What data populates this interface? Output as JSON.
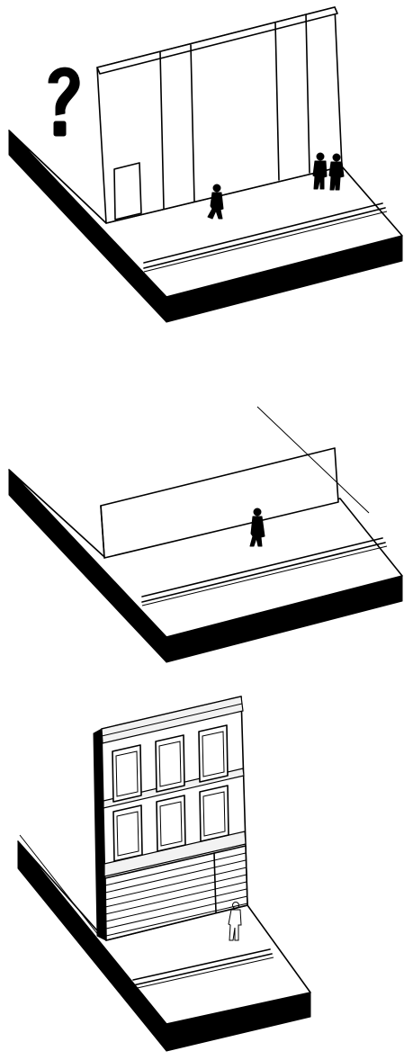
{
  "figure": {
    "panels": [
      {
        "id": "blank-wall",
        "glyph": "?",
        "people": 3
      },
      {
        "id": "thin-wall",
        "people": 1
      },
      {
        "id": "building-facade",
        "people": 1
      }
    ],
    "colors": {
      "ink": "#000000",
      "paper": "#ffffff",
      "shade": "#f2f2f2"
    }
  }
}
